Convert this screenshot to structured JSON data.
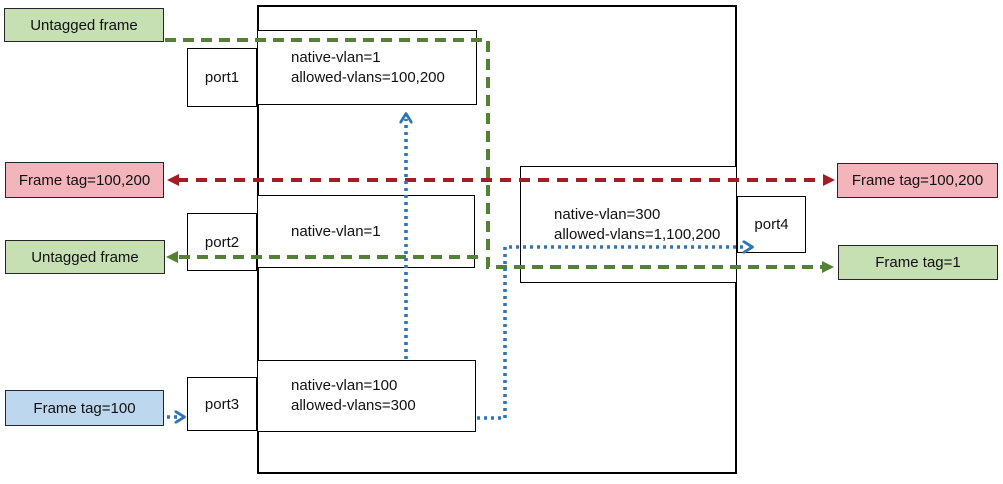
{
  "diagram_type": "vlan-switching-flow-diagram",
  "colors": {
    "frame_green_fill": "#c6e0b4",
    "frame_pink_fill": "#f3b5bb",
    "frame_blue_fill": "#bdd7ee",
    "flow_green": "#548235",
    "flow_red": "#a51c24",
    "flow_blue": "#2e75b6"
  },
  "frames": {
    "untagged_top": "Untagged frame",
    "tag_100_200_left": "Frame tag=100,200",
    "untagged_mid": "Untagged frame",
    "tag_100_left": "Frame tag=100",
    "tag_100_200_right": "Frame tag=100,200",
    "tag_1_right": "Frame tag=1"
  },
  "switch": {
    "ports": [
      {
        "label": "port1",
        "config_lines": [
          "native-vlan=1",
          "allowed-vlans=100,200"
        ]
      },
      {
        "label": "port2",
        "config_lines": [
          "native-vlan=1"
        ]
      },
      {
        "label": "port3",
        "config_lines": [
          "native-vlan=100",
          "allowed-vlans=300"
        ]
      },
      {
        "label": "port4",
        "config_lines": [
          "native-vlan=300",
          "allowed-vlans=1,100,200"
        ]
      }
    ]
  },
  "flows": [
    {
      "name": "untagged-frame-in-port1-out-port4-tag1",
      "color": "green",
      "style": "dashed"
    },
    {
      "name": "untagged-frame-out-port2",
      "color": "green",
      "style": "dashed"
    },
    {
      "name": "frame-tag-100-200-between-port1-and-port4",
      "color": "dark-red",
      "style": "dashed",
      "bidirectional": true
    },
    {
      "name": "frame-tag-100-into-port3",
      "color": "blue",
      "style": "dotted"
    },
    {
      "name": "frame-tag-100-port3-to-port1",
      "color": "blue",
      "style": "dotted"
    },
    {
      "name": "frame-tag-100-port3-to-port4",
      "color": "blue",
      "style": "dotted"
    }
  ]
}
